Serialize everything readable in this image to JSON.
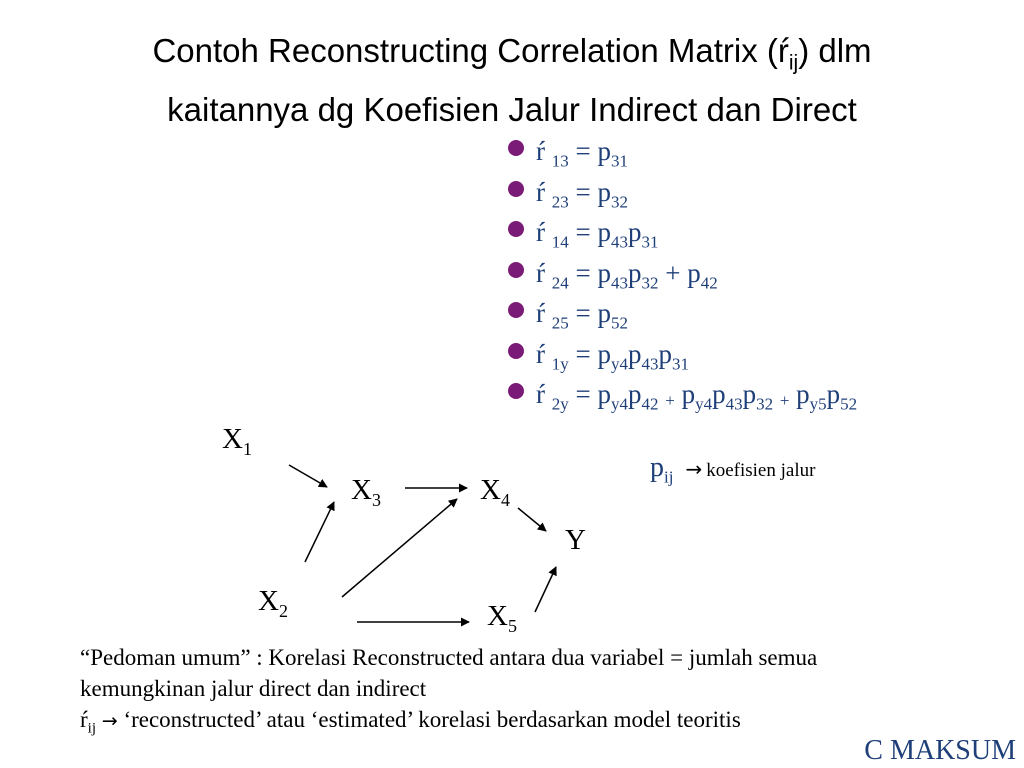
{
  "title": {
    "line1_start": "Contoh Reconstructing Correlation Matrix (",
    "r_symbol": "ŕ",
    "r_sub": "ij",
    "line1_end": ") dlm",
    "line2": "kaitannya dg Koefisien Jalur Indirect dan Direct"
  },
  "equations": [
    {
      "r": "ŕ",
      "rsub": "13",
      "eq": "=",
      "terms": [
        {
          "t": "p",
          "s": "31"
        }
      ]
    },
    {
      "r": "ŕ",
      "rsub": "23",
      "eq": "=",
      "terms": [
        {
          "t": "p",
          "s": "32"
        }
      ]
    },
    {
      "r": "ŕ",
      "rsub": "14",
      "eq": "=",
      "terms": [
        {
          "t": "p",
          "s": "43"
        },
        {
          "t": "p",
          "s": "31"
        }
      ]
    },
    {
      "r": "ŕ",
      "rsub": "24",
      "eq": "=",
      "terms": [
        {
          "t": "p",
          "s": "43"
        },
        {
          "t": "p",
          "s": "32"
        },
        {
          "op": "+"
        },
        {
          "t": "p",
          "s": "42"
        }
      ]
    },
    {
      "r": "ŕ",
      "rsub": "25",
      "eq": "=",
      "terms": [
        {
          "t": "p",
          "s": "52"
        }
      ]
    },
    {
      "r": "ŕ",
      "rsub": "1y",
      "eq": "=",
      "terms": [
        {
          "t": "p",
          "s": "y4"
        },
        {
          "t": "p",
          "s": "43"
        },
        {
          "t": "p",
          "s": "31"
        }
      ]
    },
    {
      "r": "ŕ",
      "rsub": "2y",
      "eq": "=",
      "terms": [
        {
          "t": "p",
          "s": "y4"
        },
        {
          "t": "p",
          "s": "42"
        },
        {
          "op": "+",
          "small": true
        },
        {
          "t": "p",
          "s": "y4"
        },
        {
          "t": "p",
          "s": "43"
        },
        {
          "t": "p",
          "s": "32"
        },
        {
          "op": "+",
          "small": true
        },
        {
          "t": "p",
          "s": "y5"
        },
        {
          "t": "p",
          "s": "52"
        }
      ]
    }
  ],
  "diagram": {
    "nodes": [
      {
        "id": "x1",
        "label": "X",
        "sub": "1"
      },
      {
        "id": "x2",
        "label": "X",
        "sub": "2"
      },
      {
        "id": "x3",
        "label": "X",
        "sub": "3"
      },
      {
        "id": "x4",
        "label": "X",
        "sub": "4"
      },
      {
        "id": "x5",
        "label": "X",
        "sub": "5"
      },
      {
        "id": "y",
        "label": "Y",
        "sub": ""
      }
    ]
  },
  "legend": {
    "p": "p",
    "p_sub": "ij",
    "arrow": "→",
    "text": "koefisien jalur"
  },
  "note": {
    "line1": "“Pedoman umum”  : Korelasi Reconstructed antara dua variabel = jumlah semua",
    "line2": "kemungkinan jalur direct dan indirect",
    "r_symbol": "ŕ",
    "r_sub": "ij",
    "arrow": "→",
    "line3": "‘reconstructed’ atau ‘estimated’ korelasi berdasarkan  model teoritis"
  },
  "credit": "C MAKSUM",
  "colors": {
    "equation_text": "#1f3f79",
    "bullet": "#7a1b77",
    "credit": "#1f3f79"
  }
}
